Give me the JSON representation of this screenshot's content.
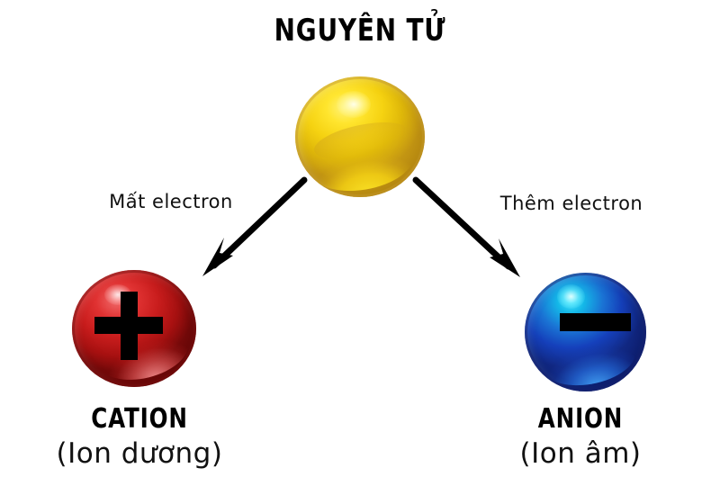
{
  "diagram": {
    "title": "NGUYÊN TỬ",
    "background_color": "#ffffff"
  },
  "atom": {
    "label": "NGUYÊN TỬ",
    "color": "#f5d211",
    "highlight_color": "#fff27a"
  },
  "branches": [
    {
      "arrow_label": "Mất electron",
      "direction": "down-left",
      "result_name": "CATION",
      "result_sub": "(Ion dương)",
      "charge_glyph": "plus",
      "sphere_color": "#c91d1d"
    },
    {
      "arrow_label": "Thêm electron",
      "direction": "down-right",
      "result_name": "ANION",
      "result_sub": "(Ion âm)",
      "charge_glyph": "minus",
      "sphere_color": "#1a73d4"
    }
  ],
  "labels": {
    "lose_electron": "Mất electron",
    "gain_electron": "Thêm electron",
    "cation_name": "CATION",
    "cation_sub": "(Ion dương)",
    "anion_name": "ANION",
    "anion_sub": "(Ion âm)"
  }
}
